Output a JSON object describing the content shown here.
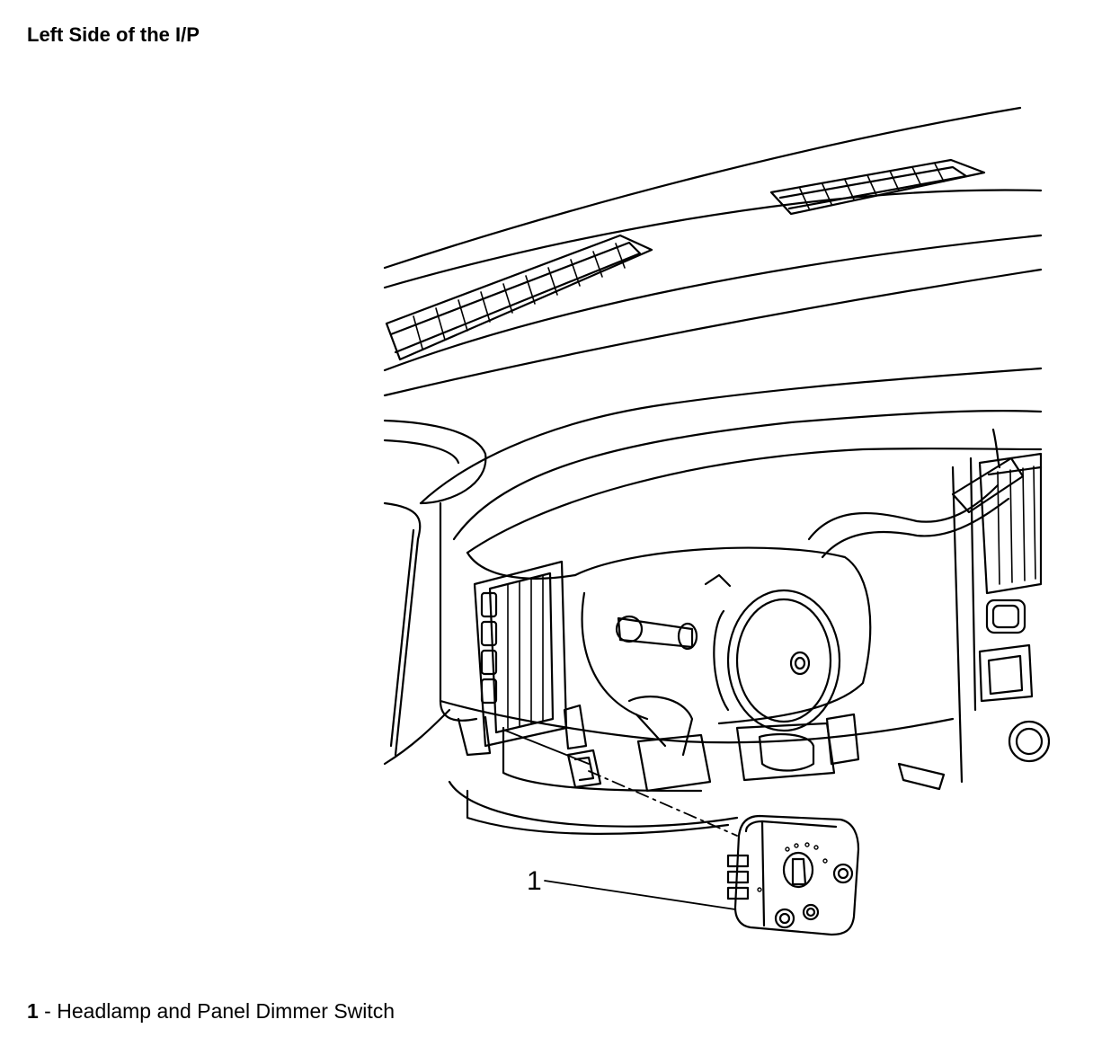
{
  "title": "Left Side of the I/P",
  "callouts": [
    {
      "number": "1",
      "label": "Headlamp and Panel Dimmer Switch"
    }
  ],
  "legend": {
    "separator": " - "
  }
}
